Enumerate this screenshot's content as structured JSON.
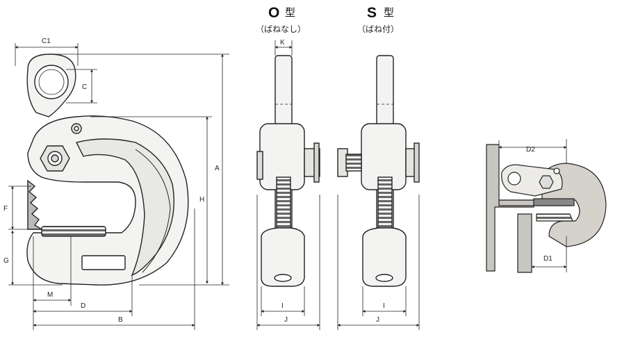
{
  "diagram": {
    "side_view_labels": {
      "c1": "C1",
      "c": "C",
      "a": "A",
      "h": "H",
      "f": "F",
      "g": "G",
      "m": "M",
      "d": "D",
      "b": "B"
    },
    "type_o": {
      "letter": "O",
      "kanji": "型",
      "note": "（ばねなし）",
      "k": "K",
      "i": "I",
      "j": "J"
    },
    "type_s": {
      "letter": "S",
      "kanji": "型",
      "note": "（ばね付）",
      "i": "I",
      "j": "J"
    },
    "usage_view_labels": {
      "d2": "D2",
      "d1": "D1"
    }
  }
}
